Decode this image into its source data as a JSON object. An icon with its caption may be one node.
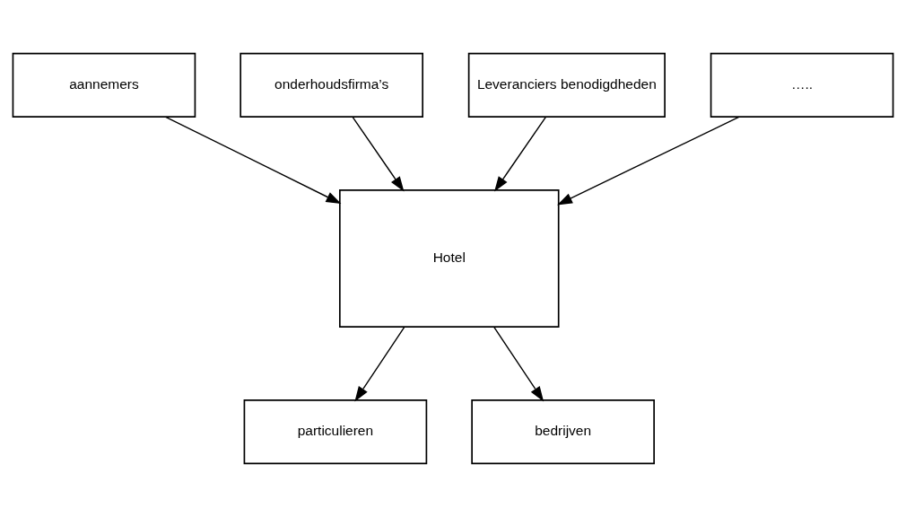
{
  "diagram": {
    "nodes": [
      {
        "text": [
          "aannemers"
        ]
      },
      {
        "text": [
          "onderhoudsfirma’s"
        ]
      },
      {
        "text": [
          "Leveranciers benodigdheden"
        ]
      },
      {
        "text": [
          "….."
        ]
      },
      {
        "text": [
          "Hotel"
        ]
      },
      {
        "text": [
          "particulieren"
        ]
      },
      {
        "text": [
          "bedrijven"
        ]
      }
    ],
    "edges": [
      {
        "from": 0,
        "to": 4,
        "arrow": "to"
      },
      {
        "from": 1,
        "to": 4,
        "arrow": "to"
      },
      {
        "from": 2,
        "to": 4,
        "arrow": "to"
      },
      {
        "from": 3,
        "to": 4,
        "arrow": "to"
      },
      {
        "from": 4,
        "to": 5,
        "arrow": "to"
      },
      {
        "from": 4,
        "to": 6,
        "arrow": "to"
      }
    ]
  }
}
